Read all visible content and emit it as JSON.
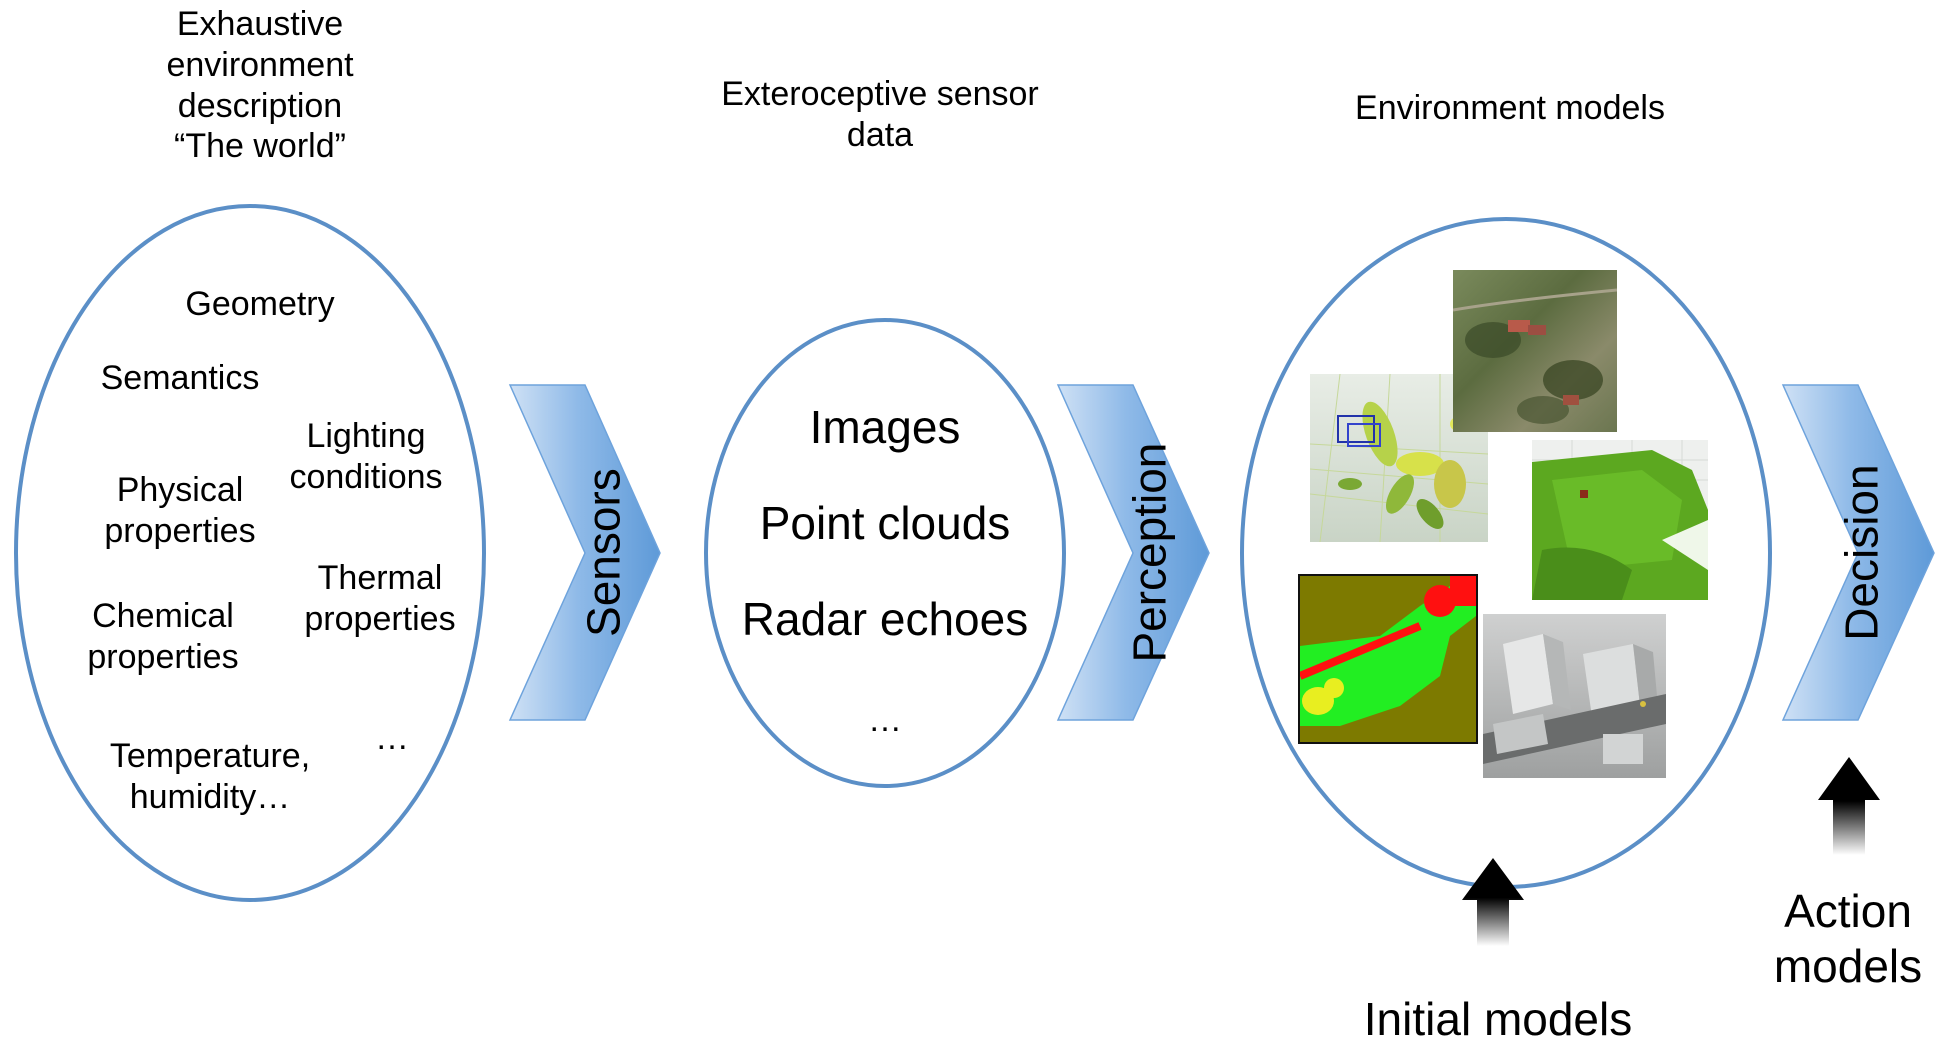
{
  "stages": {
    "world": {
      "header": [
        "Exhaustive",
        "environment",
        "description",
        "“The world”"
      ],
      "items": {
        "geometry": "Geometry",
        "semantics": "Semantics",
        "lighting": [
          "Lighting",
          "conditions"
        ],
        "physical": [
          "Physical",
          "properties"
        ],
        "thermal": [
          "Thermal",
          "properties"
        ],
        "chemical": [
          "Chemical",
          "properties"
        ],
        "temperature": [
          "Temperature,",
          "humidity…"
        ],
        "ellipsis": "…"
      }
    },
    "sensor_data": {
      "header": [
        "Exteroceptive sensor",
        "data"
      ],
      "items": [
        "Images",
        "Point clouds",
        "Radar echoes",
        "…"
      ]
    },
    "environment_models": {
      "header": "Environment models"
    }
  },
  "arrows": [
    "Sensors",
    "Perception",
    "Decision"
  ],
  "inputs": {
    "initial_models": "Initial models",
    "action_models": [
      "Action",
      "models"
    ]
  },
  "colors": {
    "ellipse_stroke": "#5b8fc7",
    "arrow_light": "#c8dcf3",
    "arrow_dark": "#5e9ad8"
  }
}
